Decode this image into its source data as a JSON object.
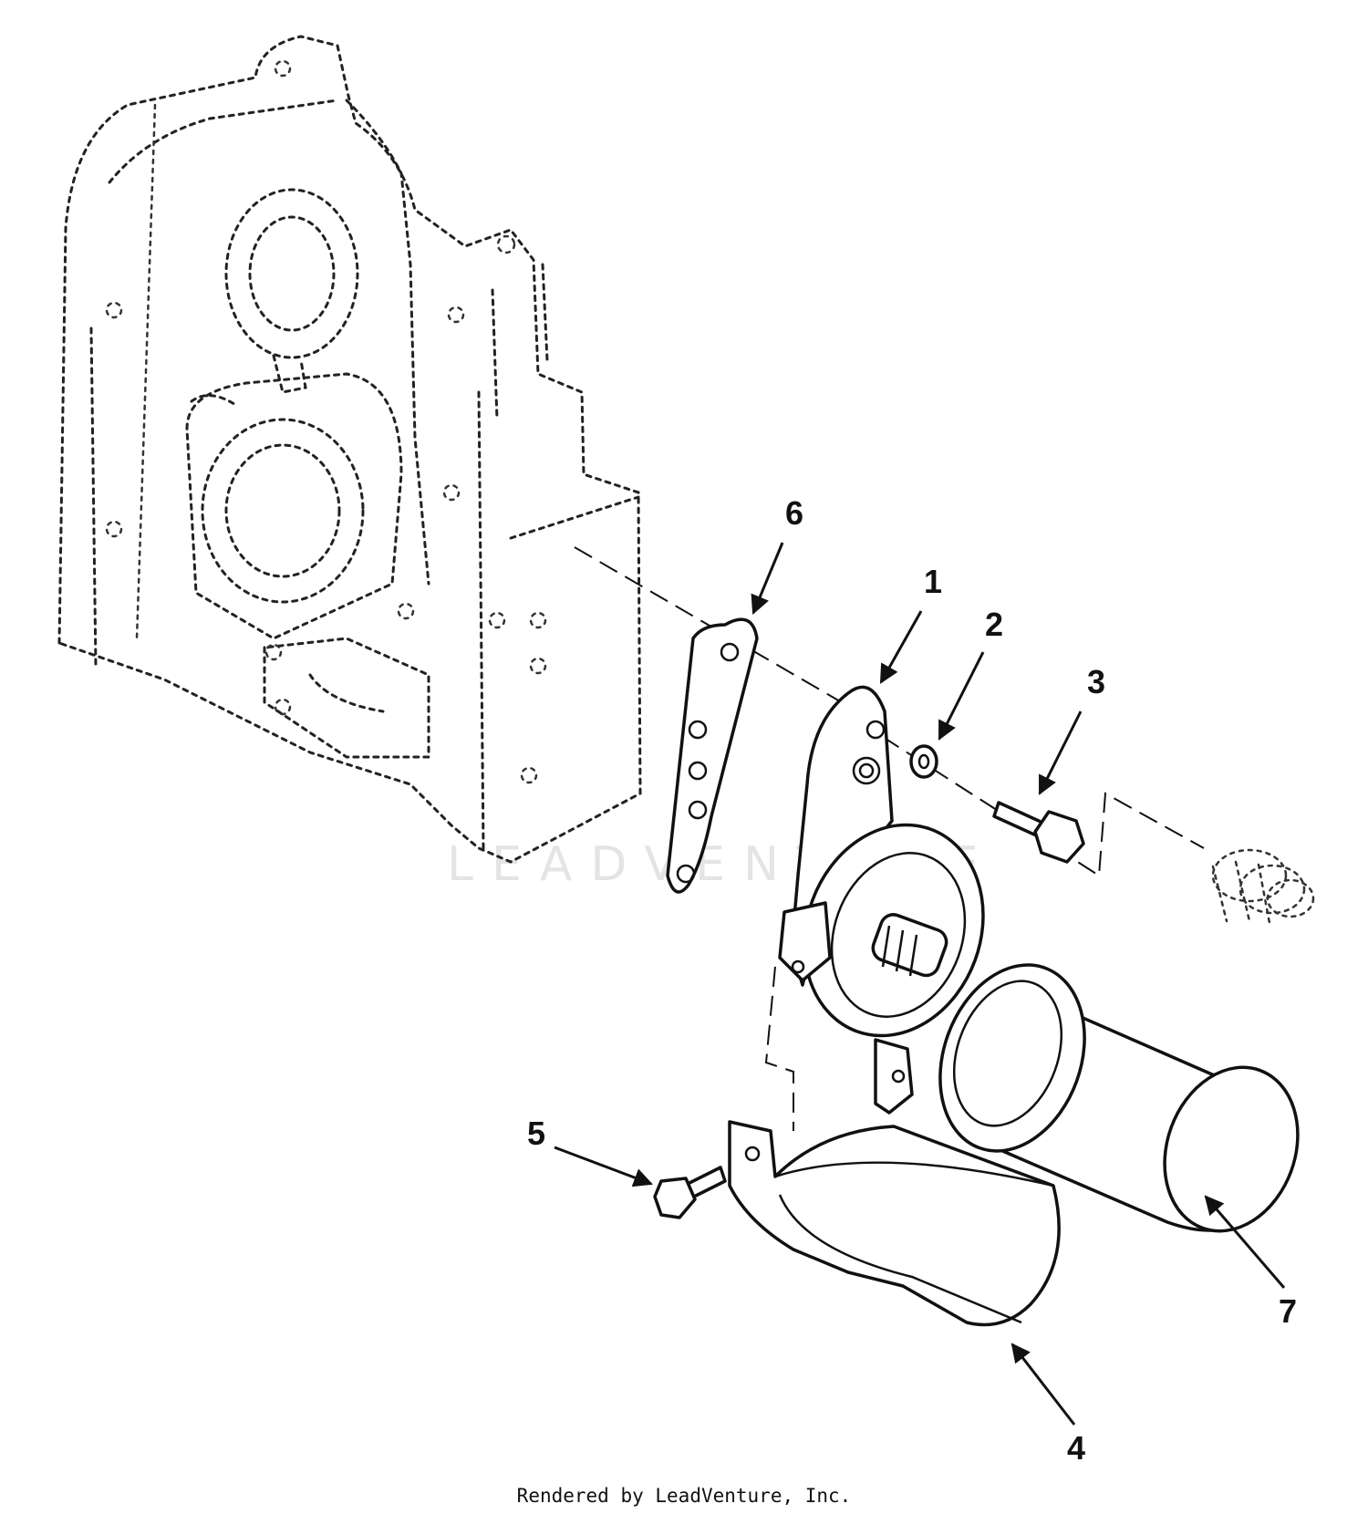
{
  "diagram": {
    "callouts": {
      "c1": "1",
      "c2": "2",
      "c3": "3",
      "c4": "4",
      "c5": "5",
      "c6": "6",
      "c7": "7"
    },
    "watermark": "LEADVENTURE"
  },
  "footer": {
    "credit": "Rendered by LeadVenture, Inc."
  }
}
